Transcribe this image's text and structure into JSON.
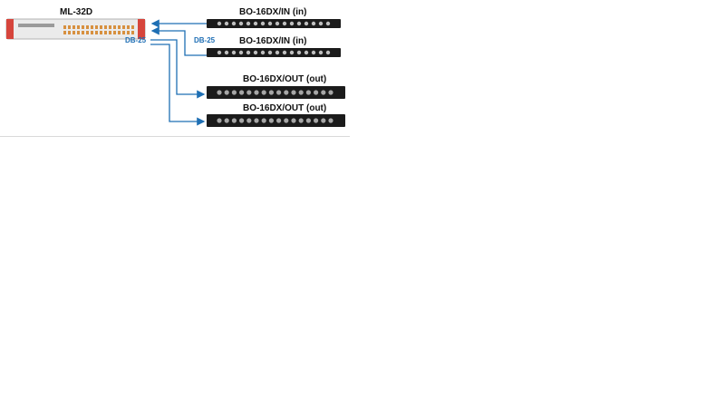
{
  "colors": {
    "arrow": "#1e6fb4",
    "connector_label": "#1f6fb5",
    "rack_unit": "#1b1b1b",
    "ml32d_body": "#ebebeb",
    "ml32d_accent": "#d6453c"
  },
  "devices": {
    "main": {
      "label": "ML-32D"
    },
    "breakouts": [
      {
        "label": "BO-16DX/IN (in)",
        "direction": "in"
      },
      {
        "label": "BO-16DX/IN (in)",
        "direction": "in"
      },
      {
        "label": "BO-16DX/OUT (out)",
        "direction": "out"
      },
      {
        "label": "BO-16DX/OUT (out)",
        "direction": "out"
      }
    ]
  },
  "connectors": {
    "left_label": "DB-25",
    "right_label": "DB-25"
  }
}
